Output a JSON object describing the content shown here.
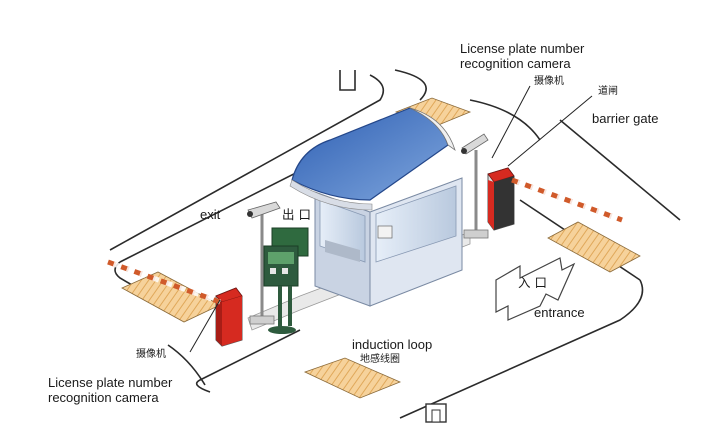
{
  "labels": {
    "camera_top_en": "License plate number\nrecognition camera",
    "camera_top_cn": "摄像机",
    "gate_cn": "道闸",
    "gate_en": "barrier gate",
    "exit_en": "exit",
    "exit_cn": "出口",
    "entrance_cn": "入口",
    "entrance_en": "entrance",
    "loop_en": "induction loop",
    "loop_cn": "地感线圈",
    "camera_bottom_cn": "摄像机",
    "camera_bottom_en": "License plate number\nrecognition camera"
  },
  "colors": {
    "road_line": "#2b2b2b",
    "loop_fill": "#f3c98a",
    "roof_blue": "#3f6fbf",
    "booth_wall": "#cdd7e6",
    "gate_red": "#d62a20",
    "pole_dark": "#2e5b3e"
  }
}
